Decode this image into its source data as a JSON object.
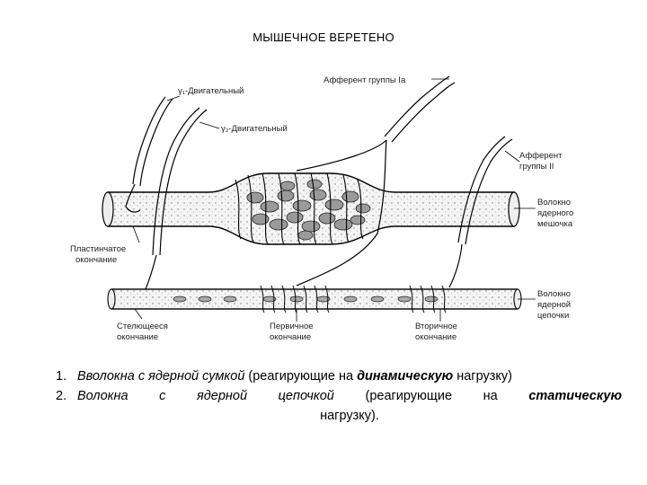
{
  "title": "МЫШЕЧНОЕ ВЕРЕТЕНО",
  "labels": {
    "gamma1": "γ₁-Двигательный",
    "gamma2": "γ₂-Двигательный",
    "afferent_ia": "Афферент группы Ia",
    "afferent_ii_1": "Афферент",
    "afferent_ii_2": "группы II",
    "bag_fiber_1": "Волокно",
    "bag_fiber_2": "ядерного",
    "bag_fiber_3": "мешочка",
    "plate_1": "Пластинчатое",
    "plate_2": "окончание",
    "chain_fiber_1": "Волокно",
    "chain_fiber_2": "ядерной",
    "chain_fiber_3": "цепочки",
    "trail_1": "Стелющееся",
    "trail_2": "окончание",
    "primary_1": "Первичное",
    "primary_2": "окончание",
    "secondary_1": "Вторичное",
    "secondary_2": "окончание"
  },
  "captions": [
    {
      "num": "1.",
      "before": "Вволокна с ядерной сумкой",
      "mid": " (реагирующие на ",
      "bold": "динамическую",
      "after": " нагрузку)"
    },
    {
      "num": "2.",
      "before": "Волокна с ядерной цепочкой",
      "mid": " (реагирующие на ",
      "bold": "статическую",
      "after": "",
      "continuation": "нагрузку)."
    }
  ]
}
